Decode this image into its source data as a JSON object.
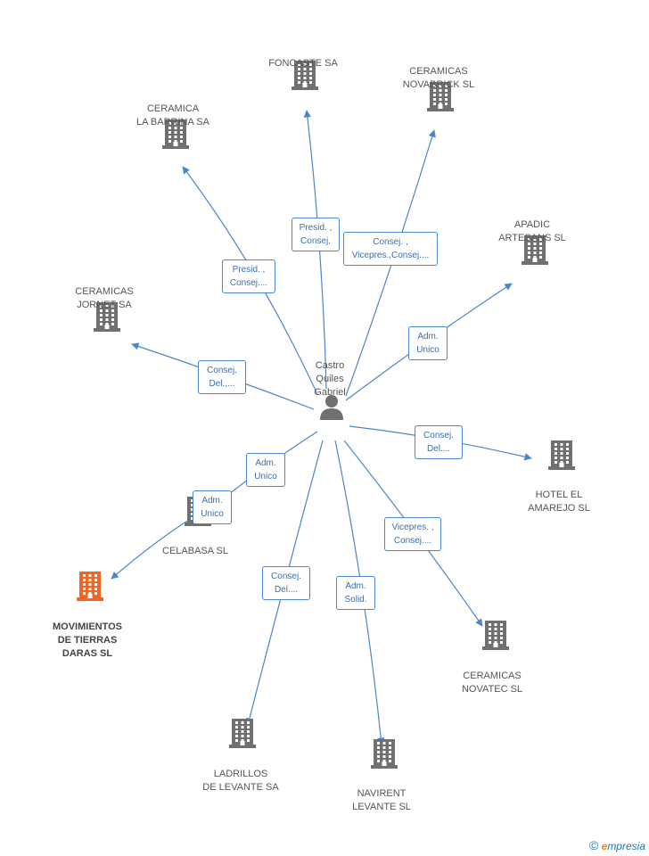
{
  "colors": {
    "edge": "#4a86c8",
    "icon": "#707070",
    "focus_icon": "#f26522"
  },
  "center": {
    "name": "Castro\nQuiles\nGabriel",
    "icon": "person-icon"
  },
  "nodes": [
    {
      "id": "foncaste",
      "name": "FONCASTE SA",
      "icon": "building-icon"
    },
    {
      "id": "novabrick",
      "name": "CERAMICAS\nNOVABRICK SL",
      "icon": "building-icon"
    },
    {
      "id": "barrina",
      "name": "CERAMICA\nLA BARRINA SA",
      "icon": "building-icon"
    },
    {
      "id": "apadic",
      "name": "APADIC\nARTESANS SL",
      "icon": "building-icon"
    },
    {
      "id": "jornet",
      "name": "CERAMICAS\nJORNET SA",
      "icon": "building-icon"
    },
    {
      "id": "amarejo",
      "name": "HOTEL EL\nAMAREJO SL",
      "icon": "building-icon"
    },
    {
      "id": "celabasa",
      "name": "CELABASA  SL",
      "icon": "building-icon"
    },
    {
      "id": "movimientos",
      "name": "MOVIMIENTOS\nDE TIERRAS\nDARAS SL",
      "icon": "building-icon",
      "focus": true
    },
    {
      "id": "novatec",
      "name": "CERAMICAS\nNOVATEC SL",
      "icon": "building-icon"
    },
    {
      "id": "ladrillos",
      "name": "LADRILLOS\nDE LEVANTE SA",
      "icon": "building-icon"
    },
    {
      "id": "navirent",
      "name": "NAVIRENT\nLEVANTE SL",
      "icon": "building-icon"
    }
  ],
  "edges": [
    {
      "to": "foncaste",
      "label": "Presid. ,\nConsej."
    },
    {
      "to": "novabrick",
      "label": "Consej. ,\nVicepres.,Consej...."
    },
    {
      "to": "barrina",
      "label": "Presid. ,\nConsej...."
    },
    {
      "to": "apadic",
      "label": "Adm.\nUnico"
    },
    {
      "to": "jornet",
      "label": "Consej.\nDel.,..."
    },
    {
      "to": "amarejo",
      "label": "Consej.\nDel...."
    },
    {
      "to": "celabasa",
      "label": "Adm.\nUnico"
    },
    {
      "from": "celabasa",
      "to": "movimientos",
      "label": "Adm.\nUnico"
    },
    {
      "to": "novatec",
      "label": "Vicepres. ,\nConsej...."
    },
    {
      "to": "ladrillos",
      "label": "Consej.\nDel...."
    },
    {
      "to": "navirent",
      "label": "Adm.\nSolid."
    }
  ],
  "footer": {
    "copyright": "©",
    "brand_initial": "e",
    "brand_rest": "mpresia"
  }
}
